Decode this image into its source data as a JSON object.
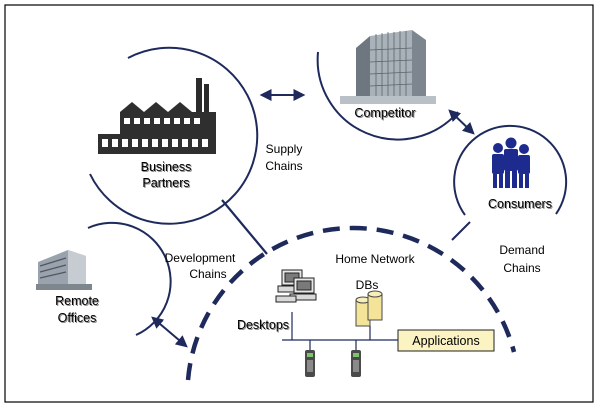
{
  "nodes": {
    "business_partners": {
      "line1": "Business",
      "line2": "Partners"
    },
    "competitor": {
      "label": "Competitor"
    },
    "consumers": {
      "label": "Consumers"
    },
    "remote_offices": {
      "line1": "Remote",
      "line2": "Offices"
    },
    "home_network": {
      "label": "Home Network"
    },
    "dbs": {
      "label": "DBs"
    },
    "desktops": {
      "label": "Desktops"
    },
    "applications": {
      "label": "Applications"
    }
  },
  "chains": {
    "supply": {
      "line1": "Supply",
      "line2": "Chains"
    },
    "development": {
      "line1": "Development",
      "line2": "Chains"
    },
    "demand": {
      "line1": "Demand",
      "line2": "Chains"
    }
  },
  "colors": {
    "navy": "#1f2a5c",
    "building_gray": "#9aa3ad",
    "db_yellow": "#f3e49a",
    "apps_box": "#fbf3c2",
    "consumer_blue": "#1d2b8f"
  }
}
